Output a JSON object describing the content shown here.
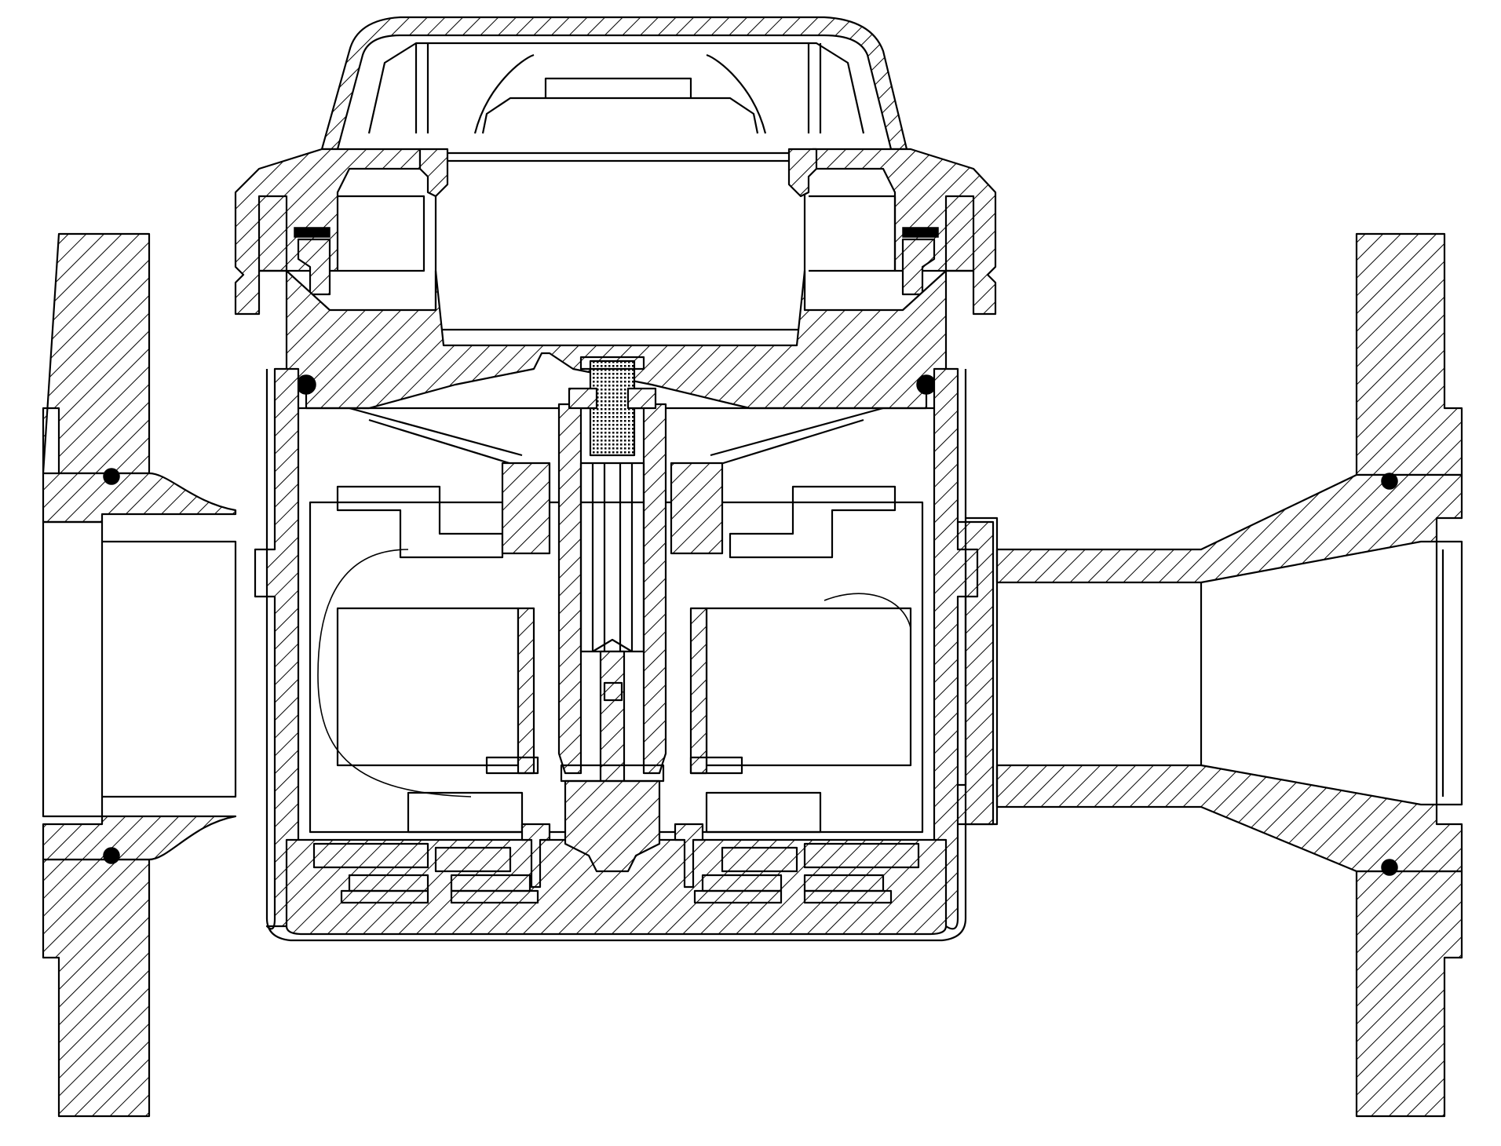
{
  "drawing": {
    "subject": "water-meter-cross-section",
    "style": "technical-line-drawing",
    "colors": {
      "ink": "#000000",
      "paper": "#ffffff"
    },
    "hatch_pattern": "diagonal-45",
    "components": [
      "register-cover",
      "register-capsule",
      "meter-housing",
      "measuring-insert",
      "rotor-shaft",
      "inlet-flange",
      "outlet-flange",
      "outlet-cone",
      "o-ring-seals"
    ]
  }
}
